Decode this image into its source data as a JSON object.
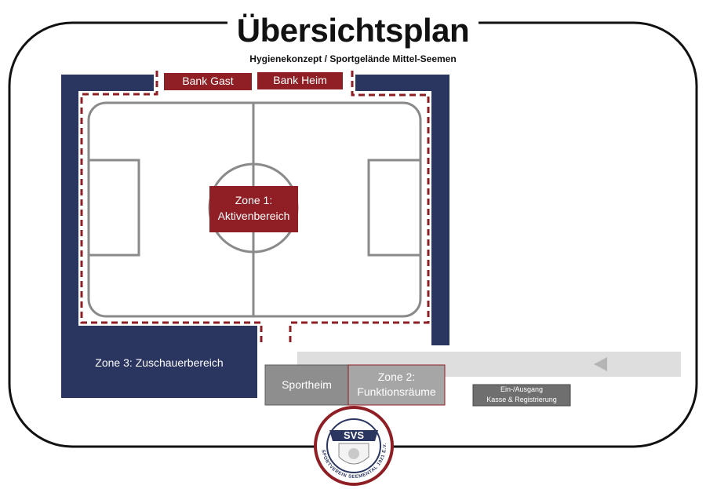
{
  "header": {
    "title": "Übersichtsplan",
    "subtitle": "Hygienekonzept / Sportgelände Mittel-Seemen"
  },
  "benches": {
    "guest": "Bank Gast",
    "home": "Bank Heim"
  },
  "zones": {
    "zone1_line1": "Zone 1:",
    "zone1_line2": "Aktivenbereich",
    "zone2_line1": "Zone 2:",
    "zone2_line2": "Funktionsräume",
    "zone3": "Zone 3: Zuschauerbereich"
  },
  "buildings": {
    "clubhouse": "Sportheim"
  },
  "entrance": {
    "line1": "Ein-/Ausgang",
    "line2": "Kasse & Registrierung"
  },
  "logo": {
    "initials": "SVS",
    "ring_text": "SPORTVEREIN SEEMENTAL 1921 E.V."
  },
  "colors": {
    "navy": "#2a3560",
    "red": "#8f1f24",
    "pitch_line": "#8a8a8a",
    "sportheim_gray": "#8e8e8e",
    "zone2_gray": "#a6a6a6",
    "path_gray": "#dedede",
    "entrance_gray": "#6f6f6f"
  },
  "icons": {
    "direction": "arrow-left-icon"
  }
}
